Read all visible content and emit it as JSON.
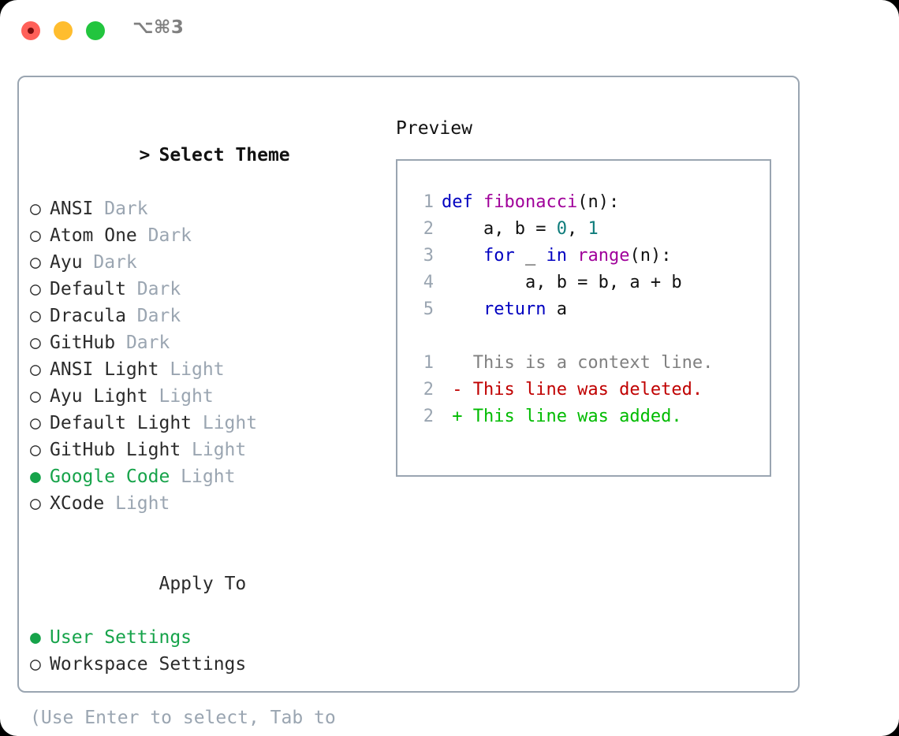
{
  "titlebar": {
    "shortcut": "⌥⌘3",
    "lights": [
      "close",
      "minimize",
      "maximize"
    ]
  },
  "theme_list": {
    "header": "Select Theme",
    "header_marker": ">",
    "marker_selected": "●",
    "marker_unselected": "○",
    "items": [
      {
        "name": "ANSI",
        "tag": "Dark",
        "selected": false
      },
      {
        "name": "Atom One",
        "tag": "Dark",
        "selected": false
      },
      {
        "name": "Ayu",
        "tag": "Dark",
        "selected": false
      },
      {
        "name": "Default",
        "tag": "Dark",
        "selected": false
      },
      {
        "name": "Dracula",
        "tag": "Dark",
        "selected": false
      },
      {
        "name": "GitHub",
        "tag": "Dark",
        "selected": false
      },
      {
        "name": "ANSI Light",
        "tag": "Light",
        "selected": false
      },
      {
        "name": "Ayu Light",
        "tag": "Light",
        "selected": false
      },
      {
        "name": "Default Light",
        "tag": "Light",
        "selected": false
      },
      {
        "name": "GitHub Light",
        "tag": "Light",
        "selected": false
      },
      {
        "name": "Google Code",
        "tag": "Light",
        "selected": true
      },
      {
        "name": "XCode",
        "tag": "Light",
        "selected": false
      }
    ]
  },
  "apply_to": {
    "header": "Apply To",
    "items": [
      {
        "name": "User Settings",
        "selected": true
      },
      {
        "name": "Workspace Settings",
        "selected": false
      }
    ]
  },
  "hint": "(Use Enter to select, Tab to change focus)",
  "preview": {
    "title": "Preview",
    "code_lines": [
      {
        "num": "1",
        "tokens": [
          {
            "t": "def",
            "c": "kw"
          },
          {
            "t": " ",
            "c": "pl"
          },
          {
            "t": "fibonacci",
            "c": "fn"
          },
          {
            "t": "(n):",
            "c": "pl"
          }
        ]
      },
      {
        "num": "2",
        "tokens": [
          {
            "t": "    a, b = ",
            "c": "pl"
          },
          {
            "t": "0",
            "c": "num"
          },
          {
            "t": ", ",
            "c": "pl"
          },
          {
            "t": "1",
            "c": "num"
          }
        ]
      },
      {
        "num": "3",
        "tokens": [
          {
            "t": "    ",
            "c": "pl"
          },
          {
            "t": "for",
            "c": "kw"
          },
          {
            "t": " _ ",
            "c": "pl"
          },
          {
            "t": "in",
            "c": "kw"
          },
          {
            "t": " ",
            "c": "pl"
          },
          {
            "t": "range",
            "c": "fn"
          },
          {
            "t": "(n):",
            "c": "pl"
          }
        ]
      },
      {
        "num": "4",
        "tokens": [
          {
            "t": "        a, b = b, a + b",
            "c": "pl"
          }
        ]
      },
      {
        "num": "5",
        "tokens": [
          {
            "t": "    ",
            "c": "pl"
          },
          {
            "t": "return",
            "c": "kw"
          },
          {
            "t": " a",
            "c": "pl"
          }
        ]
      }
    ],
    "diff_lines": [
      {
        "num": "1",
        "sign": " ",
        "text": "This is a context line.",
        "kind": "ctx"
      },
      {
        "num": "2",
        "sign": "-",
        "text": "This line was deleted.",
        "kind": "del"
      },
      {
        "num": "2",
        "sign": "+",
        "text": "This line was added.",
        "kind": "add"
      }
    ]
  },
  "colors": {
    "selected_green": "#16a34a",
    "muted": "#9aa5b1",
    "keyword": "#0000c0",
    "function": "#a0009a",
    "number": "#0e7c7b",
    "diff_added": "#00bb00",
    "diff_deleted": "#c00000",
    "diff_context": "#808080",
    "border": "#9aa5b1"
  }
}
